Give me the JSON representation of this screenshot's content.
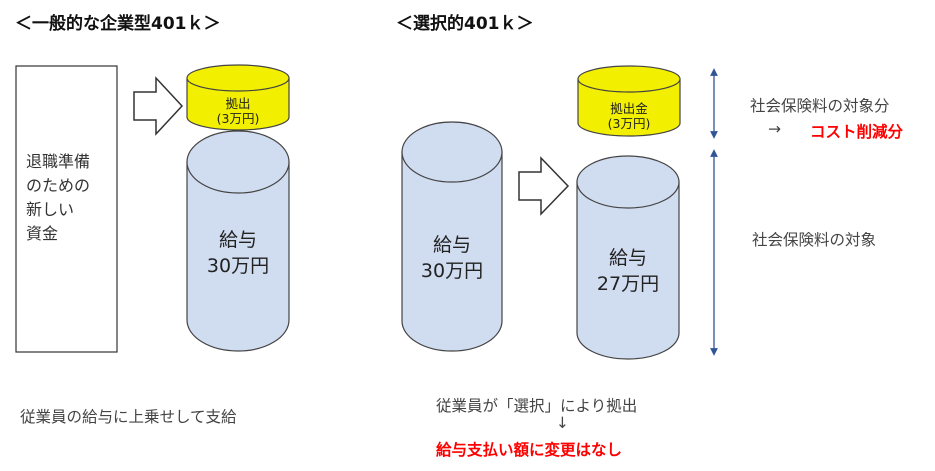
{
  "left_panel": {
    "heading": "＜一般的な企業型401ｋ＞",
    "box_label": "退職準備\nのための\n新しい\n資金",
    "can_label": "拠出\n(3万円)",
    "cylinder_label": "給与\n30万円",
    "caption": "従業員の給与に上乗せして支給"
  },
  "right_panel": {
    "heading": "＜選択的401ｋ＞",
    "cylinder_before_label": "給与\n30万円",
    "can_label": "拠出金\n(3万円)",
    "cylinder_after_label": "給与\n27万円",
    "note_upper_line1": "社会保険料の対象分",
    "note_upper_arrow": "→",
    "note_upper_highlight": "コスト削減分",
    "note_lower": "社会保険料の対象",
    "caption_line1": "従業員が「選択」により拠出",
    "caption_arrow": "↓",
    "caption_highlight": "給与支払い額に変更はなし"
  },
  "colors": {
    "cylinder_fill": "#d0dcef",
    "can_fill": "#f2f000",
    "highlight_red": "#ff0000",
    "axis_arrow": "#2f5597"
  }
}
